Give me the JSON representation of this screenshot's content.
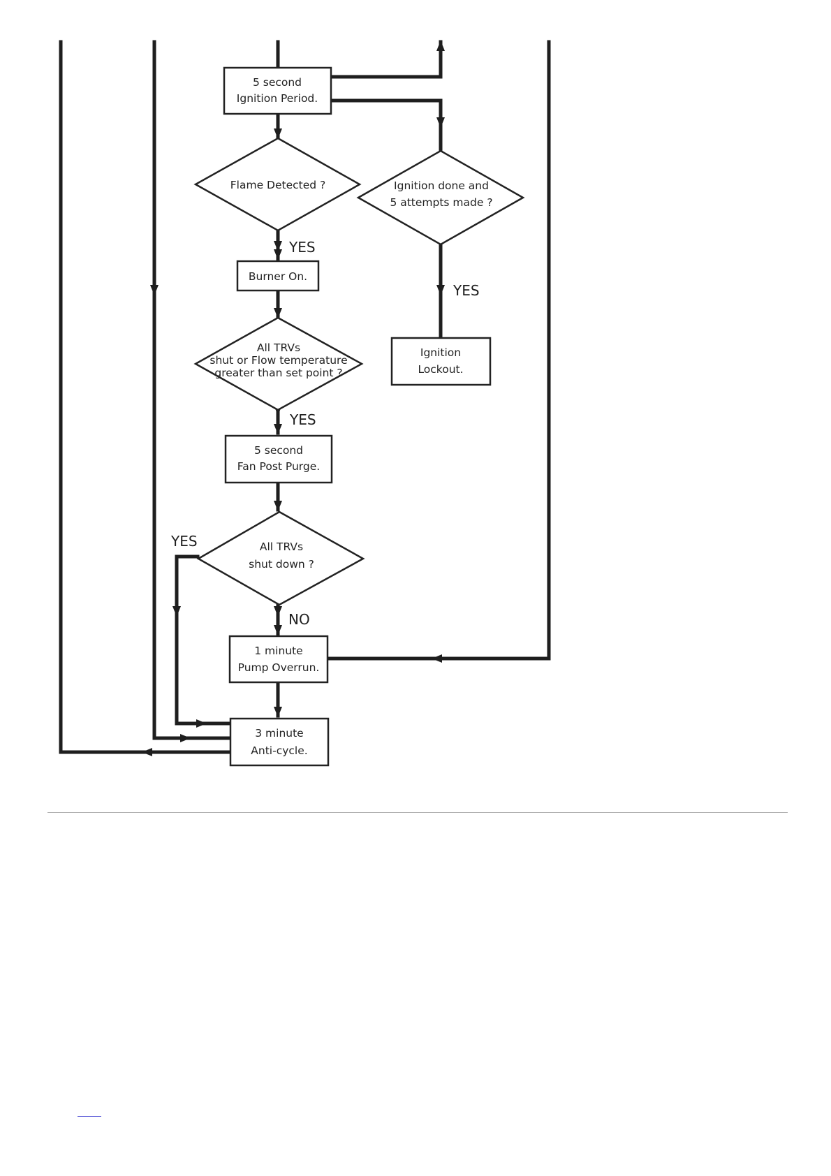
{
  "nodes": {
    "ignition_period": {
      "line1": "5 second",
      "line2": "Ignition Period."
    },
    "flame_detected": {
      "line1": "Flame Detected ?"
    },
    "ignition_attempts": {
      "line1": "Ignition done and",
      "line2": "5 attempts made ?"
    },
    "burner_on": {
      "line1": "Burner On."
    },
    "ignition_lockout": {
      "line1": "Ignition",
      "line2": "Lockout."
    },
    "trvs_flow": {
      "line1": "All TRVs",
      "line2": "shut or Flow temperature",
      "line3": "greater than set point ?"
    },
    "fan_post_purge": {
      "line1": "5 second",
      "line2": "Fan Post Purge."
    },
    "trvs_shut": {
      "line1": "All TRVs",
      "line2": "shut down ?"
    },
    "pump_overrun": {
      "line1": "1 minute",
      "line2": "Pump Overrun."
    },
    "anti_cycle": {
      "line1": "3 minute",
      "line2": "Anti-cycle."
    }
  },
  "edge_labels": {
    "flame_yes": "YES",
    "attempts_yes": "YES",
    "trvs_flow_yes": "YES",
    "trvs_shut_yes": "YES",
    "trvs_shut_no": "NO"
  },
  "colors": {
    "line": "#1e1e1e",
    "divider": "#b0b0b0",
    "link": "#3a3ad0"
  }
}
